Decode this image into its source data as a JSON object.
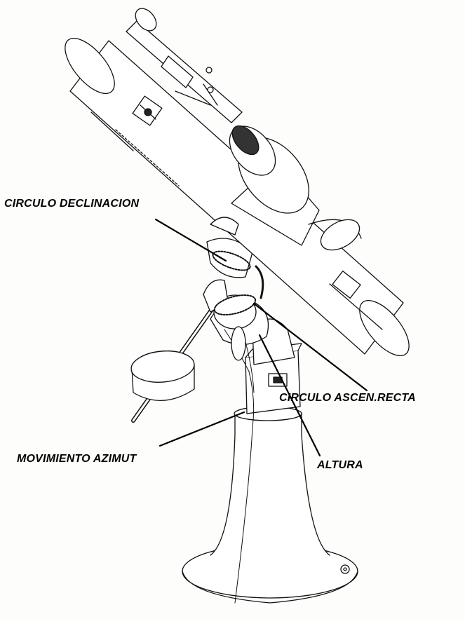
{
  "labels": {
    "declination_circle": "CIRCULO DECLINACION",
    "right_ascension_circle": "CIRCULO ASCEN.RECTA",
    "azimuth_movement": "MOVIMIENTO AZIMUT",
    "altitude": "ALTURA"
  },
  "colors": {
    "background": "#fdfdfc",
    "ink": "#111111",
    "label": "#000000"
  }
}
